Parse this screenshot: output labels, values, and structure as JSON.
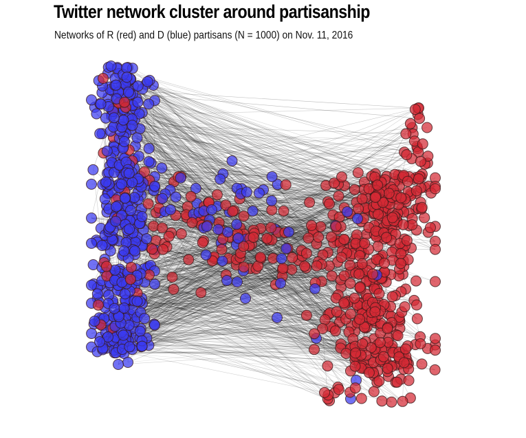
{
  "figure": {
    "title": "Twitter network cluster around partisanship",
    "subtitle": "Networks of R (red) and D (blue) partisans (N = 1000) on Nov. 11, 2016"
  },
  "network": {
    "n_nodes": 1000,
    "groups": [
      {
        "party": "R",
        "color": "#d42a35"
      },
      {
        "party": "D",
        "color": "#3a3af0"
      }
    ],
    "edge_color": "#000000",
    "node_stroke": "#3a1a1a"
  }
}
